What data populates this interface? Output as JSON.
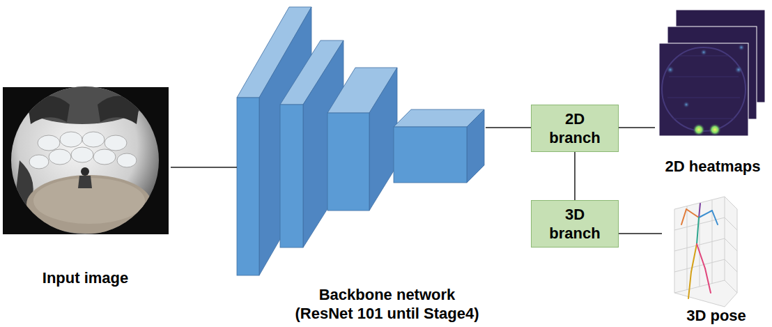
{
  "diagram": {
    "nodes": [
      {
        "text": [
          "Input image"
        ]
      },
      {
        "text": [
          "Backbone network (ResNet 101 until Stage4)"
        ]
      },
      {
        "text": [
          "2D branch"
        ]
      },
      {
        "text": [
          "3D branch"
        ]
      },
      {
        "text": [
          "2D heatmaps"
        ]
      },
      {
        "text": [
          "3D pose"
        ]
      }
    ],
    "edges": [
      {
        "from": 0,
        "to": 1,
        "arrow": "none"
      },
      {
        "from": 1,
        "to": 2,
        "arrow": "none"
      },
      {
        "from": 2,
        "to": 4,
        "arrow": "none"
      },
      {
        "from": 2,
        "to": 3,
        "arrow": "none"
      },
      {
        "from": 3,
        "to": 5,
        "arrow": "none"
      }
    ]
  }
}
